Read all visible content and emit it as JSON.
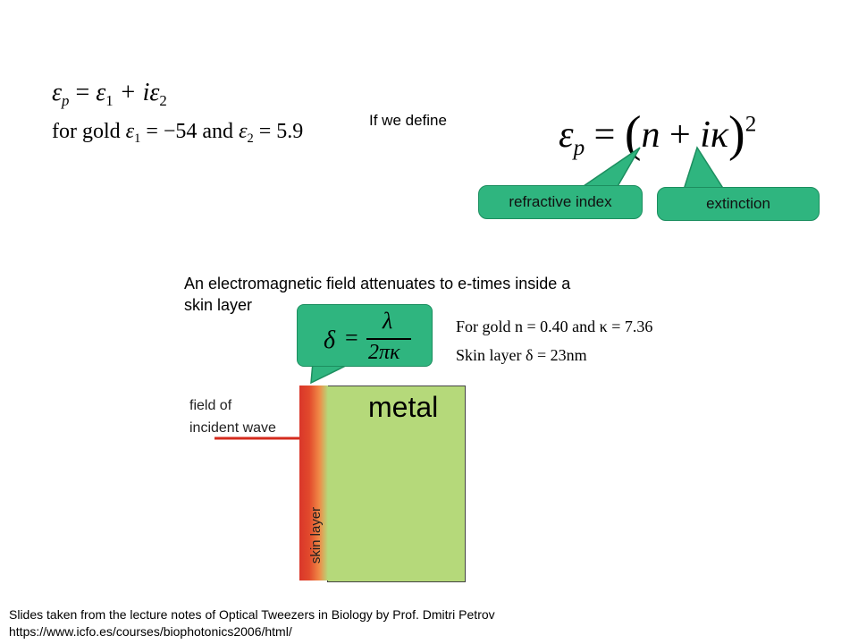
{
  "equation_definition": {
    "lhs": "ε",
    "lhs_sub": "p",
    "rhs_a": "ε",
    "rhs_a_sub": "1",
    "plus_i": "+ i",
    "rhs_b": "ε",
    "rhs_b_sub": "2"
  },
  "gold_permittivity": {
    "prefix": "for gold",
    "eps1": "ε",
    "eps1_sub": "1",
    "eps1_value": "= −54 and",
    "eps2": "ε",
    "eps2_sub": "2",
    "eps2_value": "= 5.9"
  },
  "define_text": "If we define",
  "big_formula": {
    "lhs": "ε",
    "lhs_sub": "p",
    "equals": "=",
    "open": "(",
    "n": "n",
    "plus": "+",
    "i": "i",
    "kappa": "κ",
    "close": ")",
    "power": "2"
  },
  "callouts": {
    "refractive_index": "refractive index",
    "extinction": "extinction"
  },
  "attenuation_text": "An electromagnetic field attenuates to e-times inside a skin layer",
  "delta_formula": {
    "delta": "δ",
    "equals": "=",
    "numerator": "λ",
    "denominator": "2πκ"
  },
  "gold_values": {
    "line1": "For gold  n = 0.40 and κ = 7.36",
    "line2": "Skin layer δ = 23nm"
  },
  "diagram": {
    "metal_label": "metal",
    "skin_label": "skin layer",
    "field_label_1": "field of",
    "field_label_2": "incident wave",
    "colors": {
      "metal": "#b5d97a",
      "skin_red": "#d9362a",
      "wave_red": "#d42b1e",
      "callout_green": "#2fb57f"
    }
  },
  "credit": {
    "line1": "Slides taken from the lecture notes of Optical Tweezers in Biology by Prof. Dmitri Petrov",
    "line2": "https://www.icfo.es/courses/biophotonics2006/html/"
  }
}
